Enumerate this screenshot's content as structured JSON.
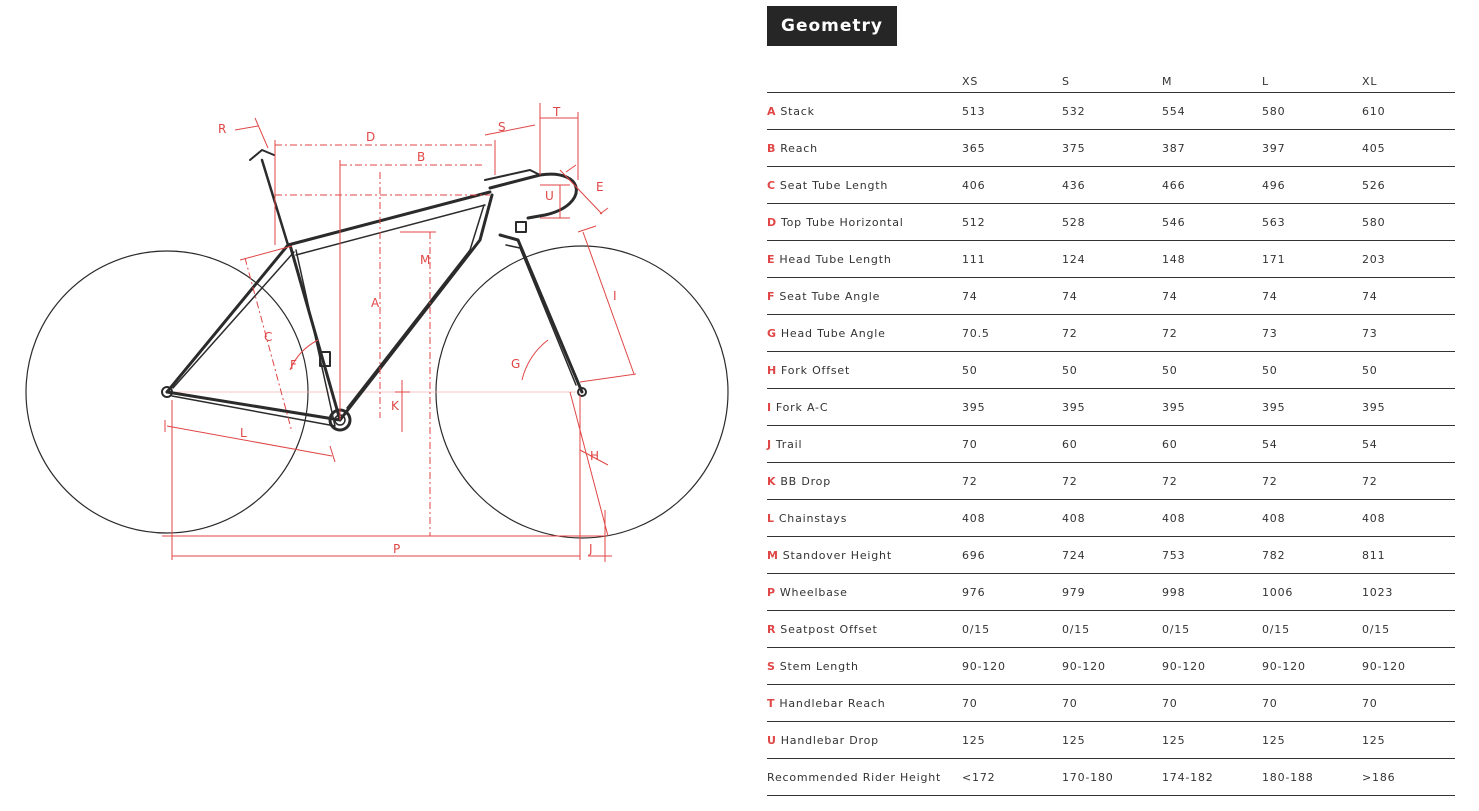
{
  "geometry": {
    "title": "Geometry",
    "sizes": [
      "XS",
      "S",
      "M",
      "L",
      "XL"
    ],
    "rows": [
      {
        "letter": "A",
        "name": "Stack",
        "values": [
          "513",
          "532",
          "554",
          "580",
          "610"
        ]
      },
      {
        "letter": "B",
        "name": "Reach",
        "values": [
          "365",
          "375",
          "387",
          "397",
          "405"
        ]
      },
      {
        "letter": "C",
        "name": "Seat Tube Length",
        "values": [
          "406",
          "436",
          "466",
          "496",
          "526"
        ]
      },
      {
        "letter": "D",
        "name": "Top Tube Horizontal",
        "values": [
          "512",
          "528",
          "546",
          "563",
          "580"
        ]
      },
      {
        "letter": "E",
        "name": "Head Tube Length",
        "values": [
          "111",
          "124",
          "148",
          "171",
          "203"
        ]
      },
      {
        "letter": "F",
        "name": "Seat Tube Angle",
        "values": [
          "74",
          "74",
          "74",
          "74",
          "74"
        ]
      },
      {
        "letter": "G",
        "name": "Head Tube Angle",
        "values": [
          "70.5",
          "72",
          "72",
          "73",
          "73"
        ]
      },
      {
        "letter": "H",
        "name": "Fork Offset",
        "values": [
          "50",
          "50",
          "50",
          "50",
          "50"
        ]
      },
      {
        "letter": "I",
        "name": "Fork A-C",
        "values": [
          "395",
          "395",
          "395",
          "395",
          "395"
        ]
      },
      {
        "letter": "J",
        "name": "Trail",
        "values": [
          "70",
          "60",
          "60",
          "54",
          "54"
        ]
      },
      {
        "letter": "K",
        "name": "BB Drop",
        "values": [
          "72",
          "72",
          "72",
          "72",
          "72"
        ]
      },
      {
        "letter": "L",
        "name": "Chainstays",
        "values": [
          "408",
          "408",
          "408",
          "408",
          "408"
        ]
      },
      {
        "letter": "M",
        "name": "Standover Height",
        "values": [
          "696",
          "724",
          "753",
          "782",
          "811"
        ]
      },
      {
        "letter": "P",
        "name": "Wheelbase",
        "values": [
          "976",
          "979",
          "998",
          "1006",
          "1023"
        ]
      },
      {
        "letter": "R",
        "name": "Seatpost Offset",
        "values": [
          "0/15",
          "0/15",
          "0/15",
          "0/15",
          "0/15"
        ]
      },
      {
        "letter": "S",
        "name": "Stem Length",
        "values": [
          "90-120",
          "90-120",
          "90-120",
          "90-120",
          "90-120"
        ]
      },
      {
        "letter": "T",
        "name": "Handlebar Reach",
        "values": [
          "70",
          "70",
          "70",
          "70",
          "70"
        ]
      },
      {
        "letter": "U",
        "name": "Handlebar Drop",
        "values": [
          "125",
          "125",
          "125",
          "125",
          "125"
        ]
      },
      {
        "letter": "",
        "name": "Recommended Rider Height",
        "values": [
          "<172",
          "170-180",
          "174-182",
          "180-188",
          ">186"
        ]
      }
    ]
  },
  "diagram": {
    "dimension_labels": [
      "R",
      "D",
      "B",
      "S",
      "T",
      "E",
      "U",
      "M",
      "A",
      "C",
      "F",
      "K",
      "I",
      "G",
      "H",
      "L",
      "P",
      "J"
    ],
    "accent_color": "#e04646",
    "frame_color": "#2b2b2b"
  }
}
